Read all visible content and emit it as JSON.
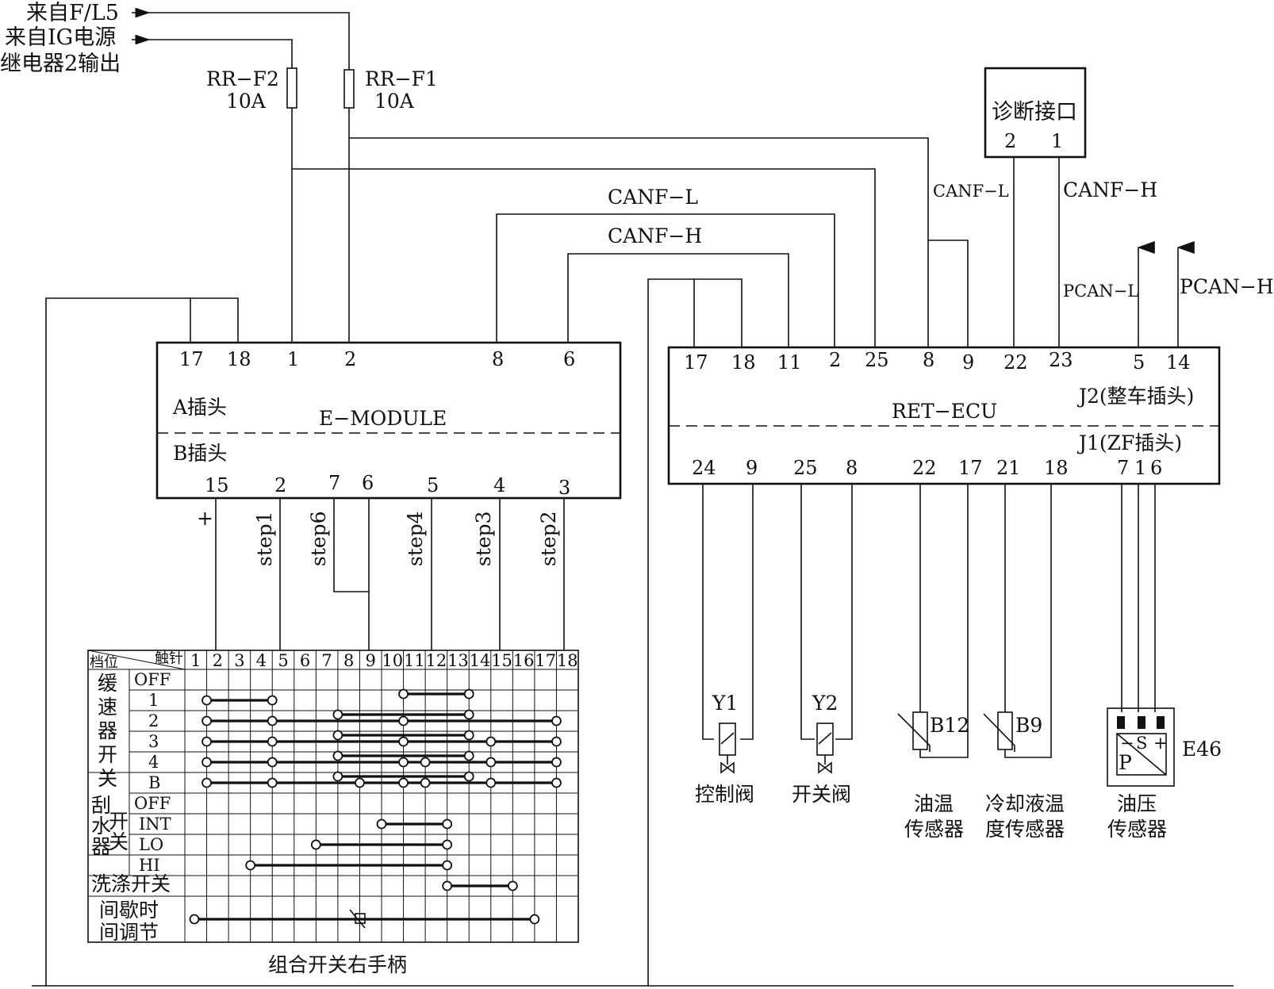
{
  "inputs": {
    "from_fl5": "来自F/L5",
    "from_ig_line1": "来自IG电源",
    "from_ig_line2": "继电器2输出"
  },
  "fuses": [
    {
      "name": "RR−F2",
      "rating": "10A"
    },
    {
      "name": "RR−F1",
      "rating": "10A"
    }
  ],
  "diag_port": {
    "title": "诊断接口",
    "pins": [
      "2",
      "1"
    ]
  },
  "wire_labels": {
    "canf_l_top": "CANF−L",
    "canf_h_top": "CANF−H",
    "canf_l_diag": "CANF−L",
    "canf_h_diag": "CANF−H",
    "pcan_l": "PCAN−L",
    "pcan_h": "PCAN−H"
  },
  "e_module": {
    "name": "E−MODULE",
    "a_label": "A插头",
    "b_label": "B插头",
    "a_pins": [
      "17",
      "18",
      "1",
      "2",
      "8",
      "6"
    ],
    "b_pins": [
      "15",
      "2",
      "7",
      "6",
      "5",
      "4",
      "3"
    ],
    "steps": [
      "step1",
      "step6",
      "step4",
      "step3",
      "step2"
    ],
    "plus": "+"
  },
  "ret_ecu": {
    "name": "RET−ECU",
    "j2_label": "J2(整车插头)",
    "j1_label": "J1(ZF插头)",
    "j2_pins": [
      "17",
      "18",
      "11",
      "2",
      "25",
      "8",
      "9",
      "22",
      "23",
      "5",
      "14"
    ],
    "j1_pins": [
      "24",
      "9",
      "25",
      "8",
      "22",
      "17",
      "21",
      "18",
      "7",
      "1",
      "6"
    ]
  },
  "components": [
    {
      "id": "Y1",
      "label": "控制阀"
    },
    {
      "id": "Y2",
      "label": "开关阀"
    },
    {
      "id": "B12",
      "label_line1": "油温",
      "label_line2": "传感器"
    },
    {
      "id": "B9",
      "label_line1": "冷却液温",
      "label_line2": "度传感器"
    },
    {
      "id": "E46",
      "label_line1": "油压",
      "label_line2": "传感器",
      "sym_p": "P",
      "sym_s": "S",
      "sym_minus": "−",
      "sym_plus": "+"
    }
  ],
  "switch_table": {
    "corner_left": "档位",
    "corner_right": "触针",
    "columns": [
      "1",
      "2",
      "3",
      "4",
      "5",
      "6",
      "7",
      "8",
      "9",
      "10",
      "11",
      "12",
      "13",
      "14",
      "15",
      "16",
      "17",
      "18"
    ],
    "groups": [
      {
        "name_chars": [
          "缓",
          "速",
          "器",
          "开",
          "关"
        ],
        "rows": [
          "OFF",
          "1",
          "2",
          "3",
          "4",
          "B"
        ]
      },
      {
        "name_chars": [
          "刮",
          "水",
          "器"
        ],
        "sub_chars": [
          "开",
          "关"
        ],
        "rows": [
          "OFF",
          "INT",
          "LO",
          "HI"
        ]
      },
      {
        "name": "洗涤开关"
      },
      {
        "name_line1": "间歇时",
        "name_line2": "间调节"
      }
    ],
    "connections": [
      {
        "row": 1,
        "segments": [
          [
            2,
            5
          ],
          [
            11,
            14
          ]
        ]
      },
      {
        "row": 2,
        "segments": [
          [
            2,
            18
          ],
          [
            8,
            14
          ]
        ],
        "dots": [
          2,
          5,
          8,
          11,
          14,
          18
        ]
      },
      {
        "row": 3,
        "segments": [
          [
            2,
            18
          ],
          [
            8,
            14
          ]
        ],
        "dots": [
          2,
          5,
          8,
          11,
          14,
          15,
          18
        ]
      },
      {
        "row": 4,
        "segments": [
          [
            2,
            18
          ],
          [
            8,
            14
          ]
        ],
        "dots": [
          2,
          5,
          8,
          11,
          12,
          14,
          15,
          18
        ]
      },
      {
        "row": 5,
        "segments": [
          [
            2,
            18
          ],
          [
            8,
            14
          ]
        ],
        "dots": [
          2,
          5,
          8,
          9,
          11,
          12,
          14,
          15,
          18
        ]
      },
      {
        "row": 7,
        "segments": [
          [
            10,
            13
          ]
        ]
      },
      {
        "row": 8,
        "segments": [
          [
            7,
            13
          ]
        ]
      },
      {
        "row": 9,
        "segments": [
          [
            4,
            13
          ]
        ]
      },
      {
        "row": 10,
        "segments": [
          [
            13,
            16
          ]
        ]
      },
      {
        "row": 11,
        "segments": [
          [
            1,
            17
          ]
        ]
      }
    ],
    "caption": "组合开关右手柄"
  }
}
